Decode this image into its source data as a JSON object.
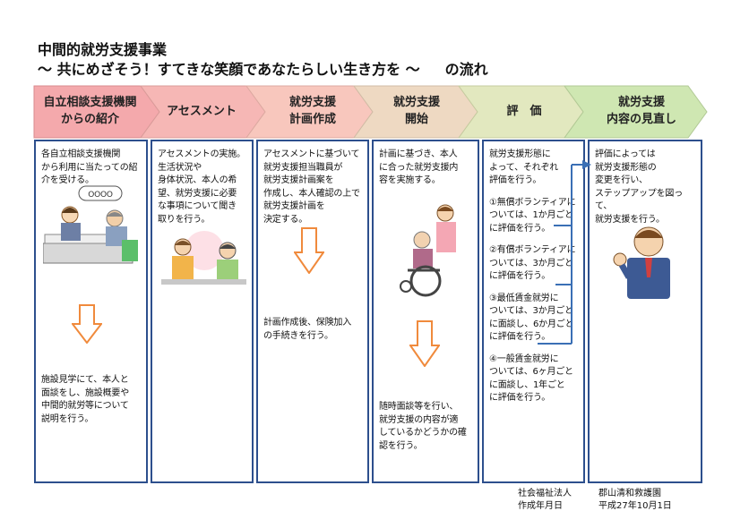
{
  "title": "中間的就労支援事業",
  "subtitle": "～ 共にめざそう！すてきな笑顔であなたらしい生き方を ～",
  "subtitle_tail": "の流れ",
  "steps": [
    {
      "line1": "自立相談支援機関",
      "line2": "からの紹介",
      "color": "#f4a9ac"
    },
    {
      "line1": "アセスメント",
      "line2": "",
      "color": "#f6b7b5"
    },
    {
      "line1": "就労支援",
      "line2": "計画作成",
      "color": "#f8c7bd"
    },
    {
      "line1": "就労支援",
      "line2": "開始",
      "color": "#eed9c2"
    },
    {
      "line1": "評　価",
      "line2": "",
      "color": "#e2e8bf"
    },
    {
      "line1": "就労支援",
      "line2": "内容の見直し",
      "color": "#cfe7b2"
    }
  ],
  "columns": [
    {
      "text1": "各自立相談支援機関\nから利用に当たっての紹\n介を受ける。",
      "text2": "施設見学にて、本人と\n面談をし、施設概要や\n中間的就労等について\n説明を行う。"
    },
    {
      "text1": "アセスメントの実施。\n生活状況や\n身体状況、本人の希\n望、就労支援に必要\nな事項について聞き\n取りを行う。"
    },
    {
      "text1": "アセスメントに基づいて\n就労支援担当職員が\n就労支援計画案を\n作成し、本人確認の上で\n就労支援計画を\n決定する。",
      "text2": "計画作成後、保険加入\nの手続きを行う。"
    },
    {
      "text1": "計画に基づき、本人\nに合った就労支援内\n容を実施する。",
      "text2": "随時面談等を行い、\n就労支援の内容が適\nしているかどうかの確\n認を行う。"
    },
    {
      "text1": "就労支援形態に\nよって、それぞれ\n評価を行う。",
      "items": [
        "①無償ボランティアに\nついては、1か月ごと\nに評価を行う。",
        "②有償ボランティアに\nついては、3か月ごと\nに評価を行う。",
        "③最低賃金就労に\nついては、3か月ごと\nに面談し、6か月ごと\nに評価を行う。",
        "④一般賃金就労に\nついては、6ヶ月ごと\nに面談し、1年ごと\nに評価を行う。"
      ]
    },
    {
      "text1": "評価によっては\n就労支援形態の\n変更を行い、\nステップアップを図って、\n就労支援を行う。"
    }
  ],
  "sign_label": "OOOO",
  "footer_left": "社会福祉法人\n作成年月日",
  "footer_right": "郡山清和救護園\n平成27年10月1日",
  "colors": {
    "border": "#2d4f8d",
    "down_arrow": "#f08a3c",
    "right_arrow": "#3a6fb5"
  }
}
